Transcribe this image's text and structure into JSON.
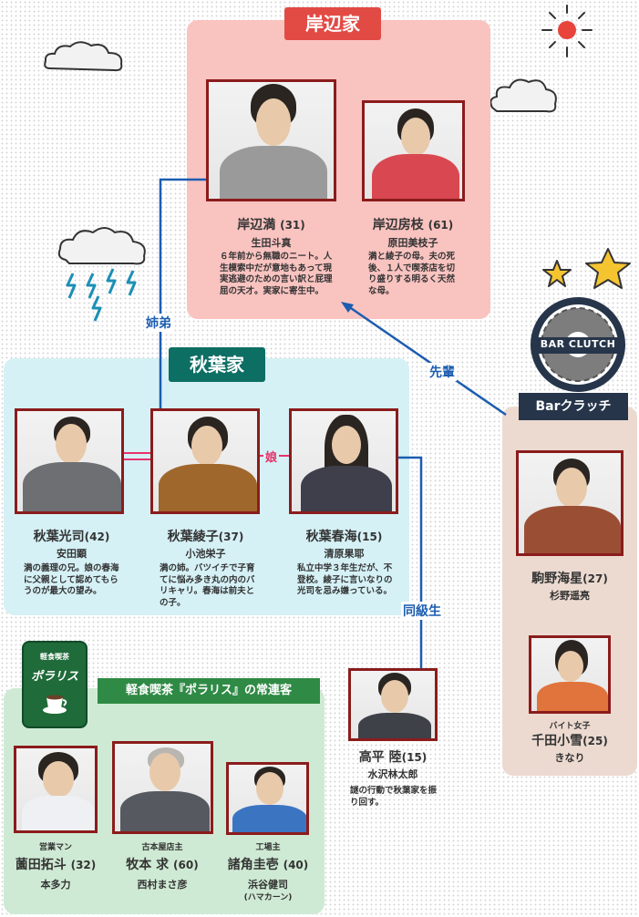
{
  "families": {
    "kishibe": {
      "title": "岸辺家"
    },
    "akiba": {
      "title": "秋葉家"
    },
    "bar": {
      "title": "Barクラッチ",
      "logo_text": "BAR CLUTCH"
    },
    "polaris": {
      "title": "軽食喫茶『ポラリス』の常連客",
      "logo_top": "軽食喫茶",
      "logo_main": "ポラリス"
    }
  },
  "relations": {
    "sister_brother": "姉弟",
    "senpai": "先輩",
    "daughter": "娘",
    "classmate": "同級生"
  },
  "characters": {
    "mitsuru": {
      "name": "岸辺満",
      "age": "(31)",
      "actor": "生田斗真",
      "desc": "６年前から無職のニート。人生模索中だが意地もあって現実逃避のための言い訳と屁理屈の天才。実家に寄生中。"
    },
    "fusae": {
      "name": "岸辺房枝",
      "age": "(61)",
      "actor": "原田美枝子",
      "desc": "満と綾子の母。夫の死後、１人で喫茶店を切り盛りする明るく天然な母。"
    },
    "koji": {
      "name": "秋葉光司",
      "age": "(42)",
      "actor": "安田顕",
      "desc": "満の義理の兄。娘の春海に父親として認めてもらうのが最大の望み。"
    },
    "ayako": {
      "name": "秋葉綾子",
      "age": "(37)",
      "actor": "小池栄子",
      "desc": "満の姉。バツイチで子育てに悩み多き丸の内のバリキャリ。春海は前夫との子。"
    },
    "harumi": {
      "name": "秋葉春海",
      "age": "(15)",
      "actor": "清原果耶",
      "desc": "私立中学３年生だが、不登校。綾子に言いなりの光司を忌み嫌っている。"
    },
    "kaisei": {
      "name": "駒野海星",
      "age": "(27)",
      "actor": "杉野遥亮"
    },
    "koyuki": {
      "name": "千田小雪",
      "age": "(25)",
      "actor": "きなり",
      "role": "バイト女子"
    },
    "riku": {
      "name": "高平 陸",
      "age": "(15)",
      "actor": "水沢林太郎",
      "desc": "謎の行動で秋葉家を振り回す。"
    },
    "takuto": {
      "name": "薗田拓斗",
      "age": "(32)",
      "actor": "本多力",
      "role": "営業マン"
    },
    "motomu": {
      "name": "牧本 求",
      "age": "(60)",
      "actor": "西村まさ彦",
      "role": "古本屋店主"
    },
    "keiichi": {
      "name": "諸角圭壱",
      "age": "(40)",
      "actor": "浜谷健司",
      "actor_note": "(ハマカーン)",
      "role": "工場主"
    }
  },
  "colors": {
    "kishibe_bg": "#f9c3c0",
    "kishibe_tag": "#e24a44",
    "akiba_bg": "#d5f1f6",
    "akiba_tag": "#0d6e64",
    "bar_bg": "#ecdad0",
    "bar_tag": "#26354a",
    "polaris_bg": "#cfead4",
    "polaris_tag": "#2f8a45",
    "relation_line": "#1b5db0",
    "family_line": "#e8326a",
    "photo_frame": "#8b1c1c"
  }
}
